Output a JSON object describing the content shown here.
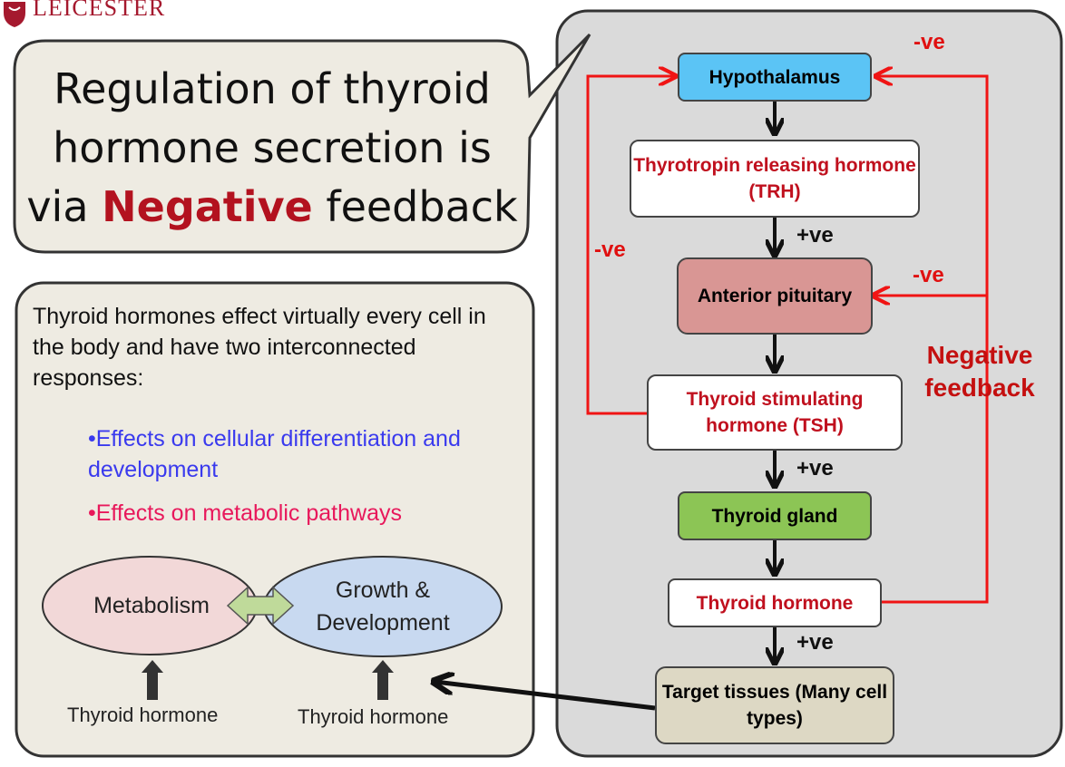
{
  "logo": {
    "text": "LEICESTER"
  },
  "title": {
    "line1": "Regulation of thyroid",
    "line2": "hormone secretion is",
    "line3_pre": "via ",
    "line3_emph": "Negative",
    "line3_post": " feedback"
  },
  "info": {
    "text": "Thyroid hormones effect virtually every cell in the body and have two interconnected responses:",
    "bullet1": "•Effects on cellular differentiation and development",
    "bullet2": "•Effects on metabolic pathways",
    "metabolism": "Metabolism",
    "growth": "Growth & Development",
    "th_left": "Thyroid hormone",
    "th_right": "Thyroid hormone"
  },
  "flow": {
    "hypothalamus": "Hypothalamus",
    "trh": "Thyrotropin releasing hormone (TRH)",
    "anterior": "Anterior pituitary",
    "tsh": "Thyroid stimulating hormone (TSH)",
    "gland": "Thyroid gland",
    "hormone": "Thyroid hormone",
    "target": "Target tissues (Many cell types)",
    "plus": "+ve",
    "minus": "-ve",
    "negative_feedback": "Negative feedback"
  },
  "colors": {
    "hypothalamus": "#5bc4f5",
    "anterior": "#d99694",
    "gland": "#8cc555",
    "target": "#ddd8c4",
    "feedback_red": "#f01414",
    "panel_gray": "#dadada",
    "box_beige": "#eeebe2"
  }
}
